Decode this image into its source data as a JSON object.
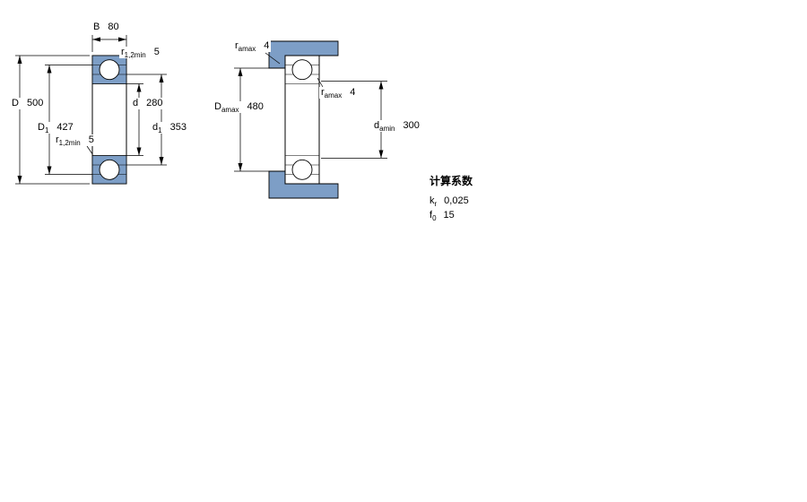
{
  "colors": {
    "bearing_fill": "#7D9EC6",
    "line": "#000000",
    "background": "#ffffff"
  },
  "left_figure": {
    "dims": {
      "B": {
        "base": "B",
        "sub": "",
        "value": "80"
      },
      "r_top": {
        "base": "r",
        "sub": "1,2min",
        "value": "5"
      },
      "D": {
        "base": "D",
        "sub": "",
        "value": "500"
      },
      "D1": {
        "base": "D",
        "sub": "1",
        "value": "427"
      },
      "d": {
        "base": "d",
        "sub": "",
        "value": "280"
      },
      "d1": {
        "base": "d",
        "sub": "1",
        "value": "353"
      },
      "r_bottom": {
        "base": "r",
        "sub": "1,2min",
        "value": "5"
      }
    }
  },
  "right_figure": {
    "dims": {
      "ra_top": {
        "base": "r",
        "sub": "amax",
        "value": "4"
      },
      "Da": {
        "base": "D",
        "sub": "amax",
        "value": "480"
      },
      "ra_mid": {
        "base": "r",
        "sub": "amax",
        "value": "4"
      },
      "da": {
        "base": "d",
        "sub": "amin",
        "value": "300"
      }
    }
  },
  "calculation_factors": {
    "title": "计算系数",
    "rows": [
      {
        "base": "k",
        "sub": "r",
        "value": "0,025"
      },
      {
        "base": "f",
        "sub": "0",
        "value": "15"
      }
    ]
  }
}
